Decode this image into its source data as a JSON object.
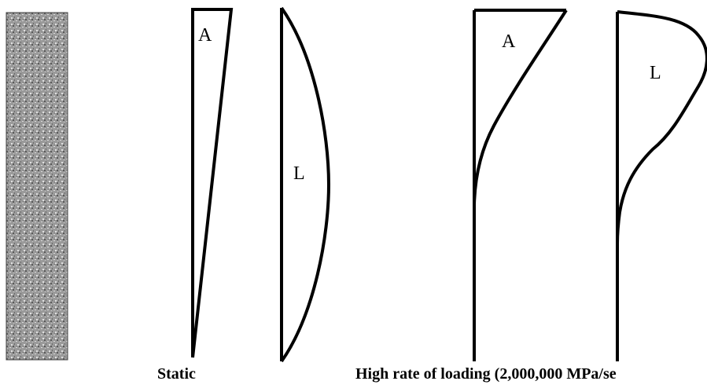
{
  "diagram": {
    "label_a": "A",
    "label_l": "L",
    "caption_static": "Static",
    "caption_high_rate": "High rate of loading (2,000,000 MPa/se",
    "colors": {
      "stroke": "#000000",
      "background": "#ffffff",
      "concrete_base": "#9a9a9a"
    }
  }
}
